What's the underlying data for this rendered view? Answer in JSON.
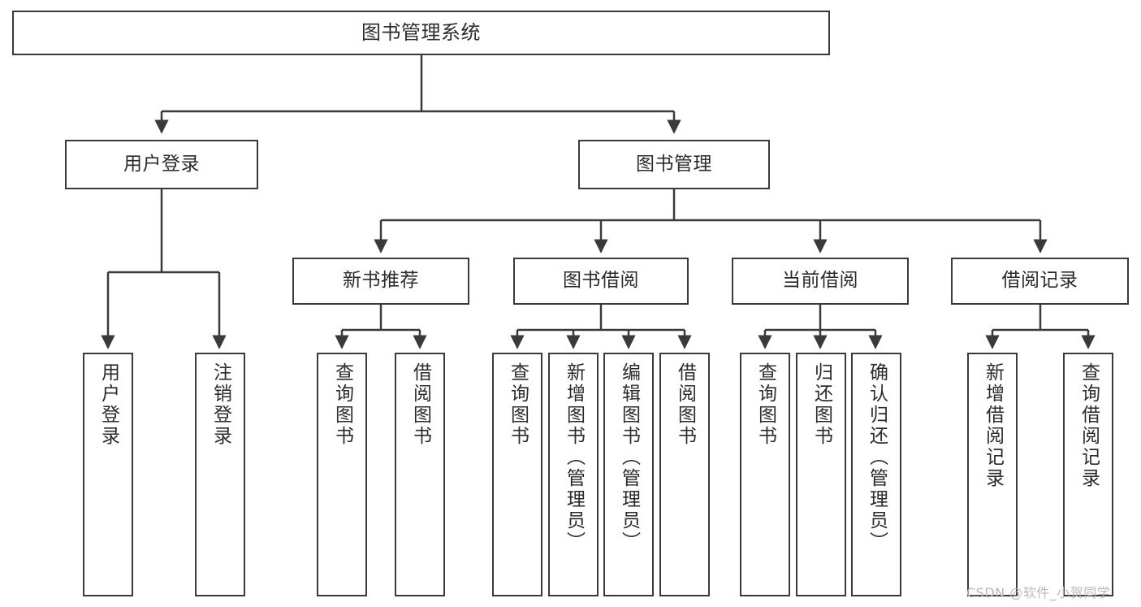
{
  "diagram": {
    "title": "图书管理系统",
    "type": "hierarchy-tree",
    "watermark": "CSDN @软件_小贺同学",
    "colors": {
      "stroke": "#3a3a3a",
      "text": "#2b2b2b",
      "background": "#ffffff",
      "watermark": "#b9b9b9"
    },
    "nodes": {
      "root": {
        "label": "图书管理系统"
      },
      "level2": [
        {
          "id": "user-login",
          "label": "用户登录"
        },
        {
          "id": "book-manage",
          "label": "图书管理"
        }
      ],
      "level3": [
        {
          "id": "new-book-recommend",
          "label": "新书推荐"
        },
        {
          "id": "book-borrow",
          "label": "图书借阅"
        },
        {
          "id": "current-borrow",
          "label": "当前借阅"
        },
        {
          "id": "borrow-record",
          "label": "借阅记录"
        }
      ],
      "leaves": [
        {
          "id": "leaf-user-login",
          "label": "用户登录",
          "parent": "user-login"
        },
        {
          "id": "leaf-logout-login",
          "label": "注销登录",
          "parent": "user-login"
        },
        {
          "id": "leaf-query-book-1",
          "label": "查询图书",
          "parent": "new-book-recommend"
        },
        {
          "id": "leaf-borrow-book-1",
          "label": "借阅图书",
          "parent": "new-book-recommend"
        },
        {
          "id": "leaf-query-book-2",
          "label": "查询图书",
          "parent": "book-borrow"
        },
        {
          "id": "leaf-add-book",
          "label": "新增图书（管理员）",
          "parent": "book-borrow"
        },
        {
          "id": "leaf-edit-book",
          "label": "编辑图书（管理员）",
          "parent": "book-borrow"
        },
        {
          "id": "leaf-borrow-book-2",
          "label": "借阅图书",
          "parent": "book-borrow"
        },
        {
          "id": "leaf-query-book-3",
          "label": "查询图书",
          "parent": "current-borrow"
        },
        {
          "id": "leaf-return-book",
          "label": "归还图书",
          "parent": "current-borrow"
        },
        {
          "id": "leaf-confirm-return",
          "label": "确认归还（管理员）",
          "parent": "current-borrow"
        },
        {
          "id": "leaf-add-record",
          "label": "新增借阅记录",
          "parent": "borrow-record"
        },
        {
          "id": "leaf-query-record",
          "label": "查询借阅记录",
          "parent": "borrow-record"
        }
      ]
    }
  }
}
